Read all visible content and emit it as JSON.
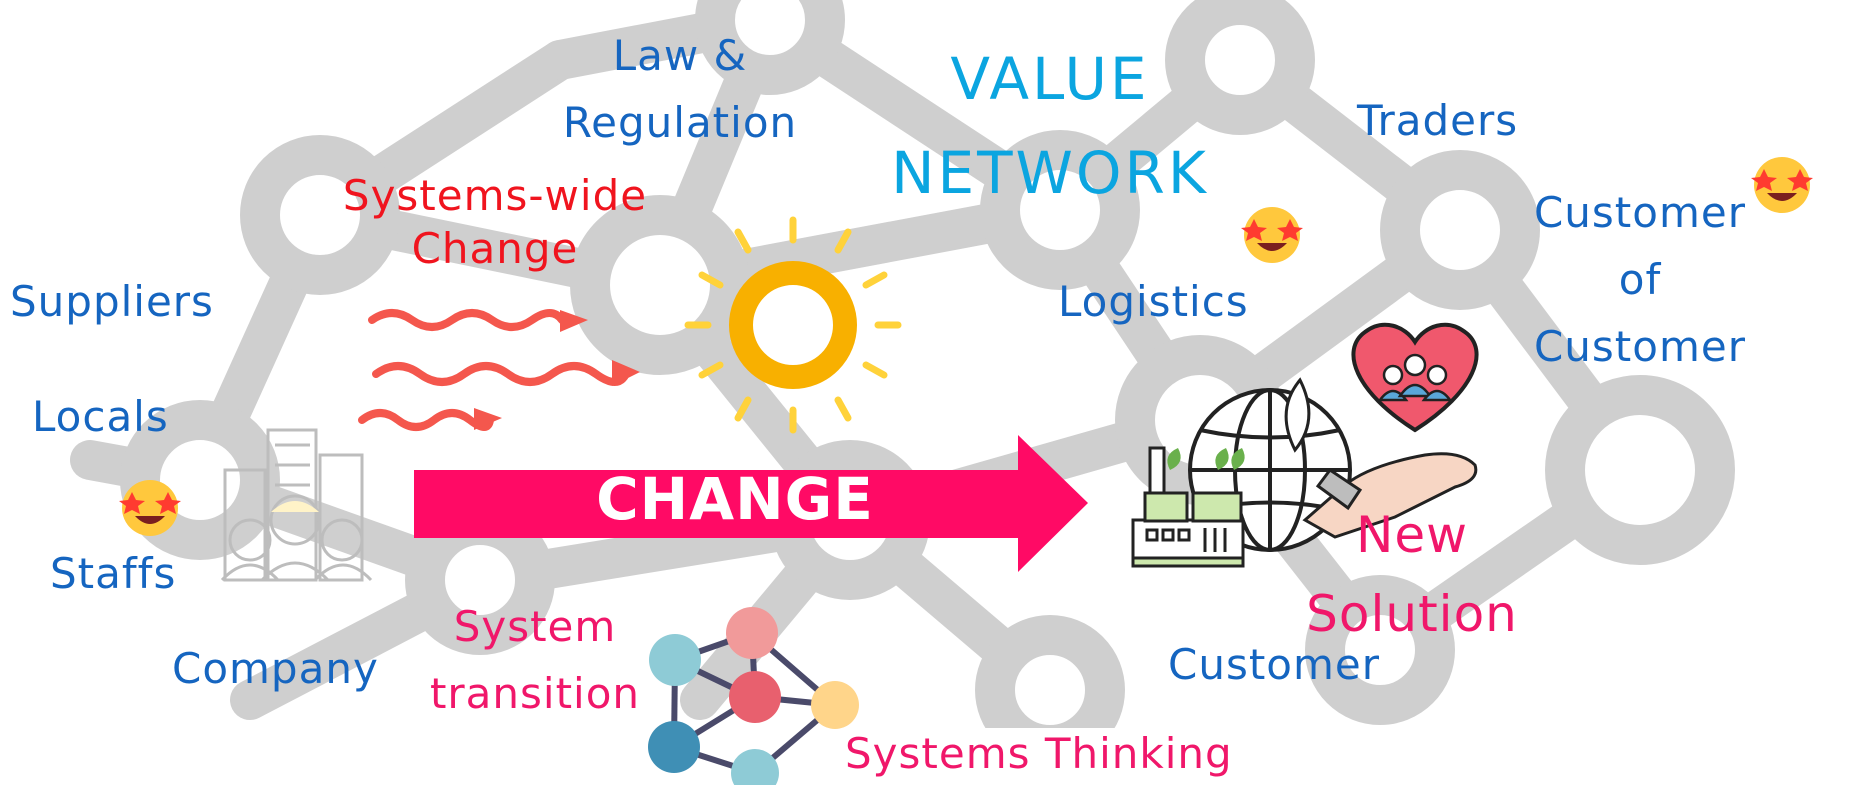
{
  "title": "VALUE NETWORK",
  "arrow_label": "CHANGE",
  "labels": {
    "law": "Law &",
    "regulation": "Regulation",
    "systems_wide": "Systems-wide",
    "change": "Change",
    "suppliers": "Suppliers",
    "locals": "Locals",
    "staffs": "Staffs",
    "company": "Company",
    "system": "System",
    "transition": "transition",
    "systems_thinking": "Systems Thinking",
    "traders": "Traders",
    "logistics": "Logistics",
    "customer_of_1": "Customer",
    "customer_of_2": "of",
    "customer_of_3": "Customer",
    "customer": "Customer",
    "new": "New",
    "solution": "Solution",
    "value": "VALUE",
    "network": "NETWORK"
  },
  "colors": {
    "label_blue": "#1565c0",
    "title_cyan": "#0ba5e0",
    "accent_pink": "#f0176a",
    "red": "#f0141e",
    "network_gray": "#cfcfcf",
    "sun": "#f8b000"
  },
  "icons": [
    "sun-icon",
    "heat-waves-icon",
    "change-arrow-icon",
    "starstruck-emoji-icon",
    "city-people-icon",
    "eco-globe-hand-heart-icon",
    "network-molecule-icon"
  ]
}
